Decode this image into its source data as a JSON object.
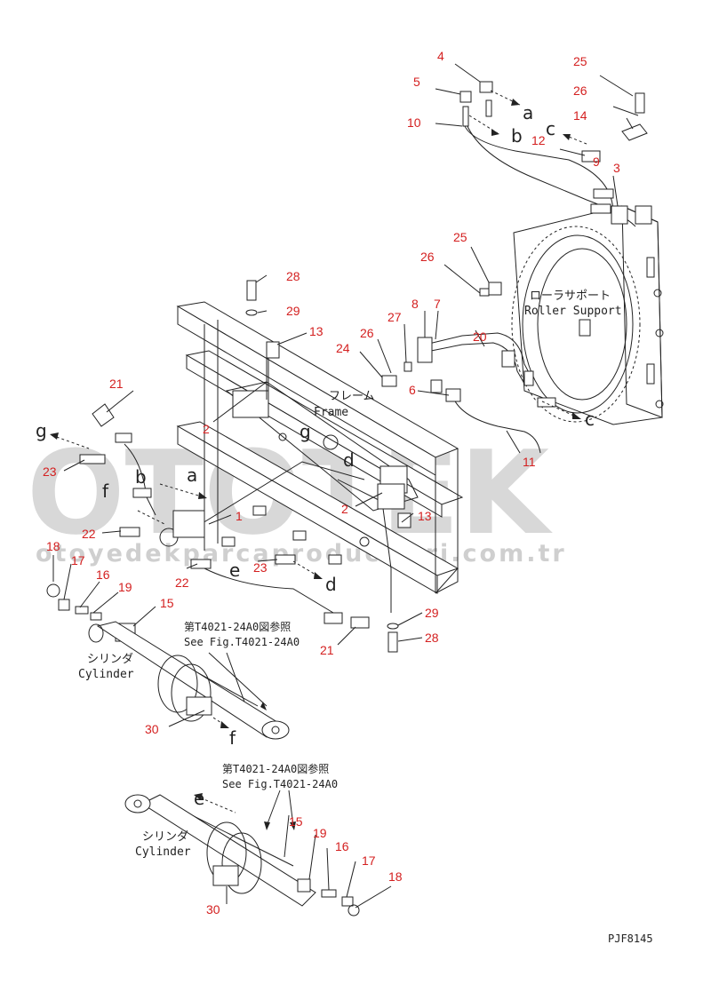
{
  "watermark": {
    "brand": "OTOTEK",
    "site": "otoyedekparcaproductlari.com.tr"
  },
  "labels": {
    "frame_jp": "フレーム",
    "frame_en": "Frame",
    "roller_jp": "ローラサポート",
    "roller_en": "Roller Support",
    "cylinder_jp_1": "シリンダ",
    "cylinder_en_1": "Cylinder",
    "cylinder_jp_2": "シリンダ",
    "cylinder_en_2": "Cylinder",
    "see_fig_jp_1": "第T4021-24A0図参照",
    "see_fig_en_1": "See Fig.T4021-24A0",
    "see_fig_jp_2": "第T4021-24A0図参照",
    "see_fig_en_2": "See Fig.T4021-24A0",
    "drawing_code": "PJF8145"
  },
  "part_numbers": {
    "p4": "4",
    "p5": "5",
    "p10": "10",
    "p25a": "25",
    "p26a": "26",
    "p14": "14",
    "p12": "12",
    "p9": "9",
    "p3": "3",
    "p25b": "25",
    "p26b": "26",
    "p28a": "28",
    "p29a": "29",
    "p8": "8",
    "p7": "7",
    "p27": "27",
    "p26c": "26",
    "p13a": "13",
    "p24": "24",
    "p20": "20",
    "p21a": "21",
    "p2a": "2",
    "p6": "6",
    "p11": "11",
    "p23a": "23",
    "p22a": "22",
    "p1": "1",
    "p2b": "2",
    "p13b": "13",
    "p18a": "18",
    "p17a": "17",
    "p16a": "16",
    "p19a": "19",
    "p23b": "23",
    "p22b": "22",
    "p15a": "15",
    "p29b": "29",
    "p28b": "28",
    "p21b": "21",
    "p30a": "30",
    "p15b": "15",
    "p19b": "19",
    "p16b": "16",
    "p17b": "17",
    "p18b": "18",
    "p30b": "30"
  },
  "connectors": {
    "a1": "a",
    "b1": "b",
    "c1": "c",
    "c2": "c",
    "g1": "g",
    "g2": "g",
    "b2": "b",
    "a2": "a",
    "f1": "f",
    "d1": "d",
    "d2": "d",
    "e1": "e",
    "f2": "f",
    "e2": "e"
  }
}
